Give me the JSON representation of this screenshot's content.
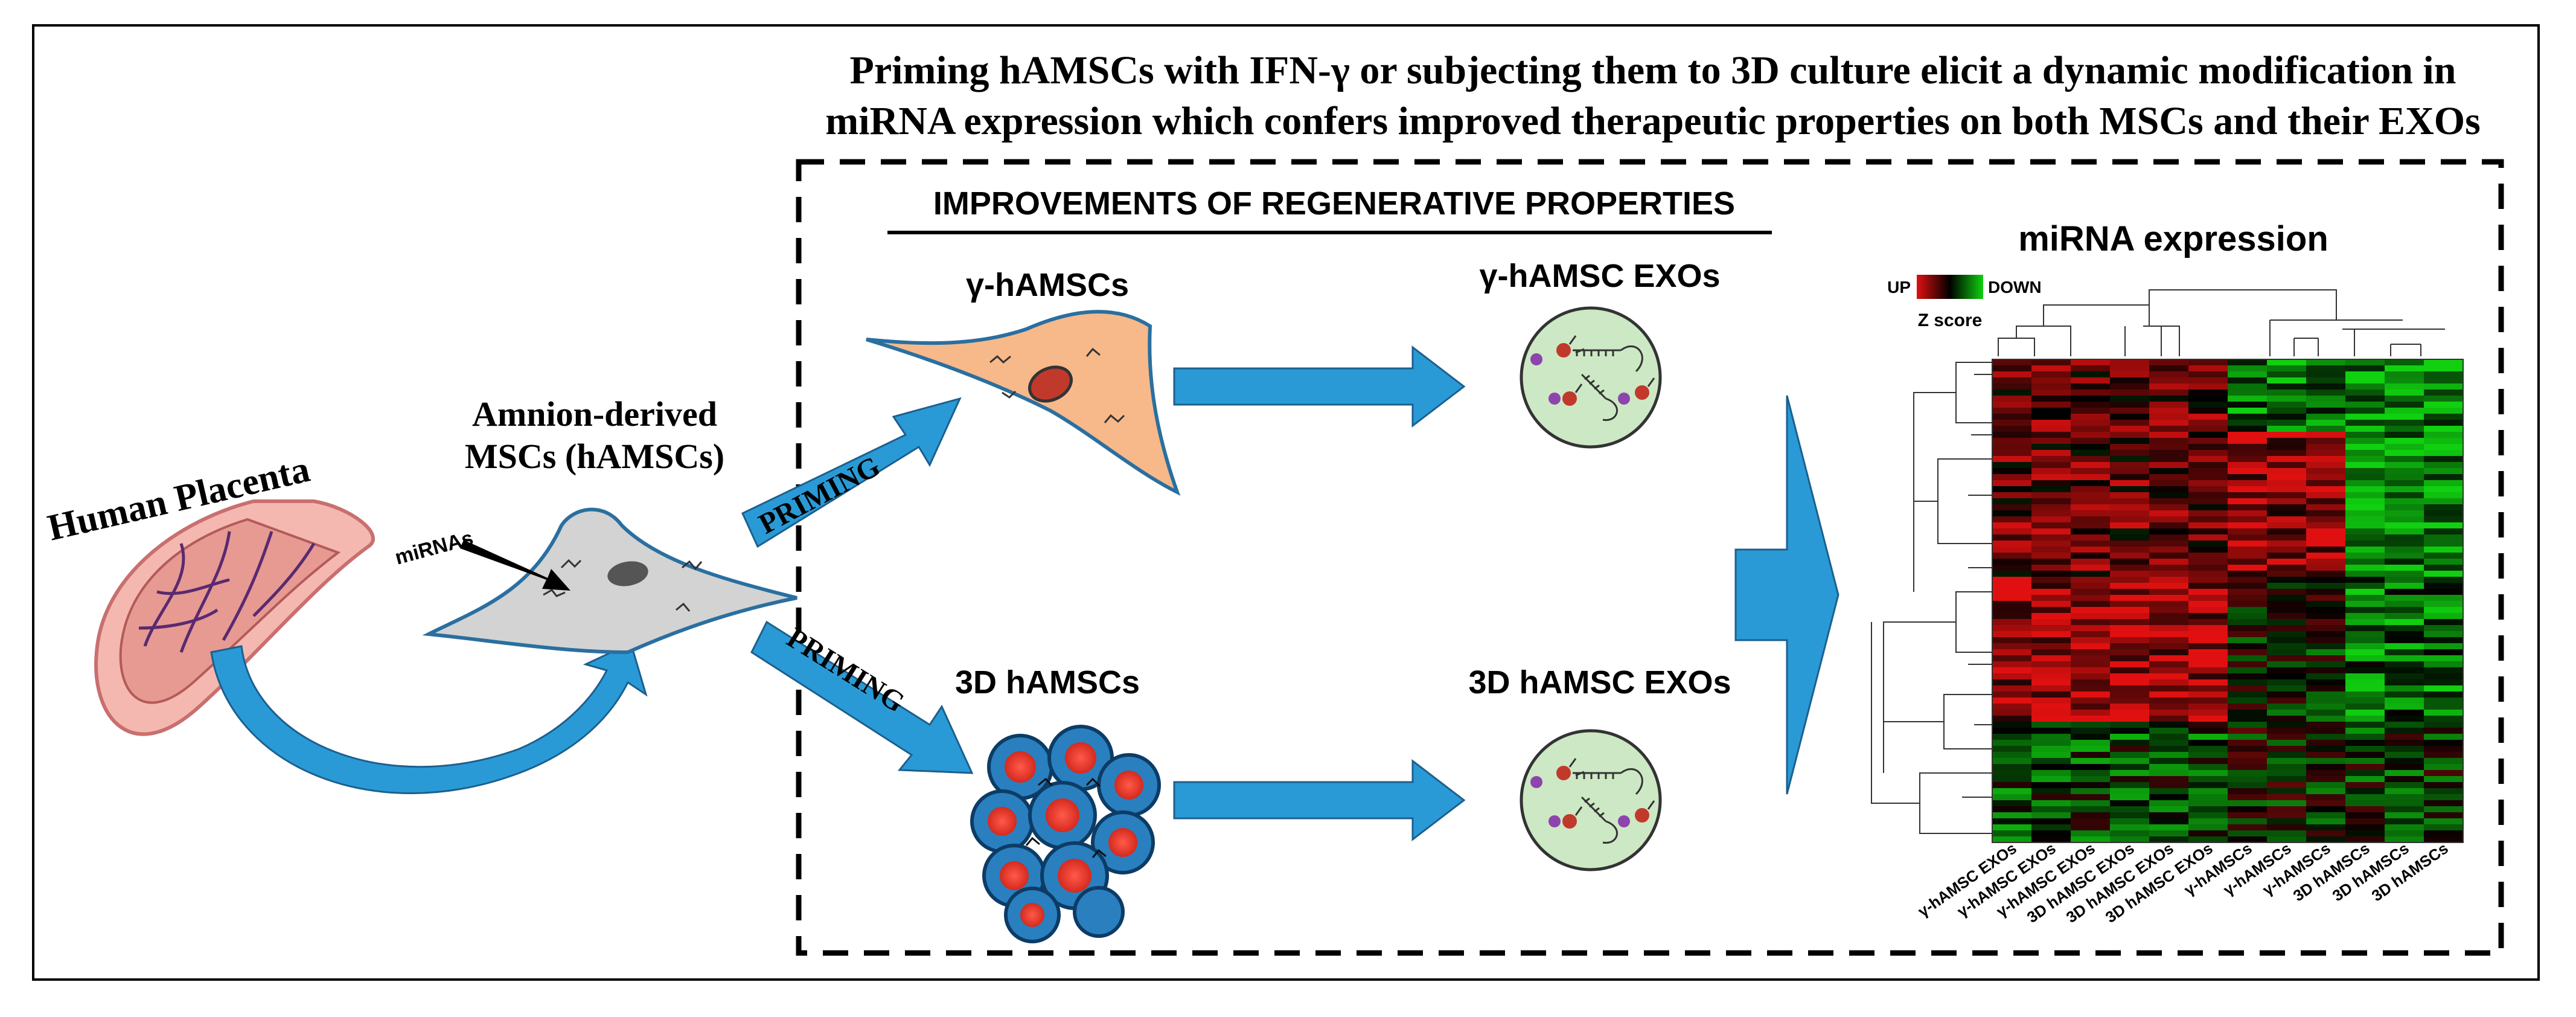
{
  "title": {
    "line1": "Priming hAMSCs with IFN-γ or subjecting them to 3D culture elicit a dynamic modification in",
    "line2": "miRNA expression which confers improved therapeutic properties on both MSCs and their EXOs"
  },
  "labels": {
    "human_placenta": "Human Placenta",
    "amnion_line1": "Amnion-derived",
    "amnion_line2": "MSCs (hAMSCs)",
    "mirnas": "miRNAs",
    "priming_top": "PRIMING",
    "priming_bottom": "PRIMING",
    "improvements": "IMPROVEMENTS OF REGENERATIVE PROPERTIES",
    "gamma_cells": "γ-hAMSCs",
    "gamma_exos": "γ-hAMSC EXOs",
    "three_d_cells": "3D hAMSCs",
    "three_d_exos": "3D hAMSC EXOs"
  },
  "heatmap": {
    "title": "miRNA expression",
    "legend_up": "UP",
    "legend_down": "DOWN",
    "legend_zscore": "Z score",
    "colors": {
      "up": "#e01010",
      "mid": "#000000",
      "down": "#10d010"
    },
    "columns": [
      "γ-hAMSC EXOs",
      "γ-hAMSC EXOs",
      "γ-hAMSC EXOs",
      "3D hAMSC EXOs",
      "3D hAMSC EXOs",
      "3D hAMSC EXOs",
      "γ-hAMSCs",
      "γ-hAMSCs",
      "γ-hAMSCs",
      "3D hAMSCs",
      "3D hAMSCs",
      "3D hAMSCs"
    ]
  },
  "colors": {
    "arrow_blue": "#2a9ad6",
    "cell_gray": "#d3d3d3",
    "cell_orange": "#f7b98a",
    "exo_green": "#cde8c4",
    "placenta_pink": "#e8a3a3"
  }
}
